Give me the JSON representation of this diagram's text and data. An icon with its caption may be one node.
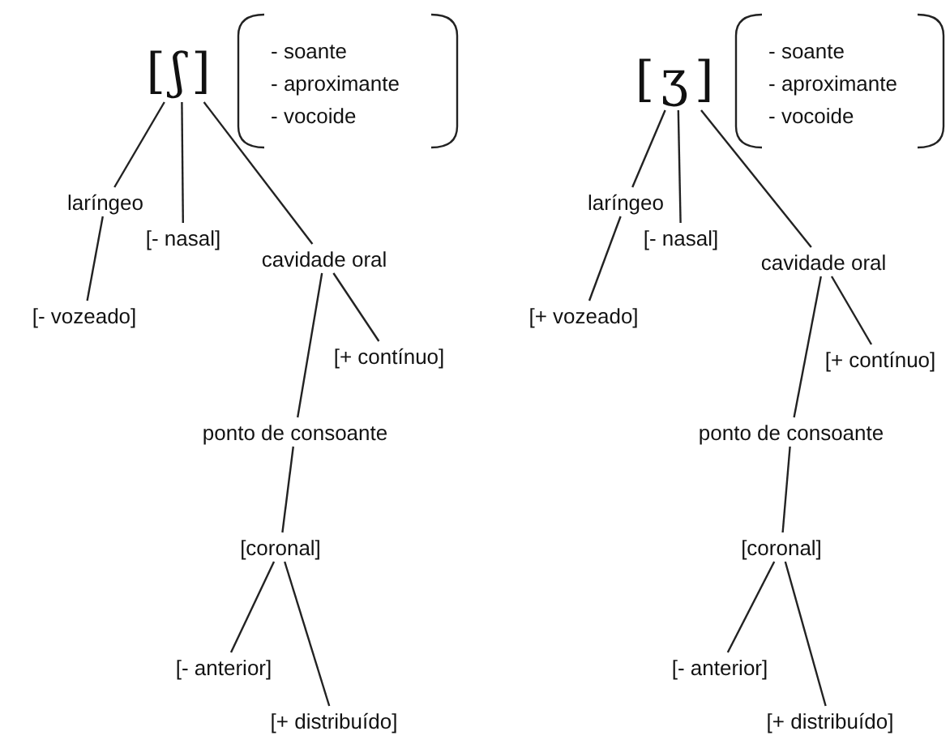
{
  "diagram": {
    "nodes": [
      {
        "text": [
          "[ʃ]"
        ]
      },
      {
        "text": [
          "- soante",
          "- aproximante",
          "- vocoide"
        ]
      },
      {
        "text": [
          "laríngeo"
        ]
      },
      {
        "text": [
          "[- nasal]"
        ]
      },
      {
        "text": [
          "cavidade oral"
        ]
      },
      {
        "text": [
          "[- vozeado]"
        ]
      },
      {
        "text": [
          "[+ contínuo]"
        ]
      },
      {
        "text": [
          "ponto de consoante"
        ]
      },
      {
        "text": [
          "[coronal]"
        ]
      },
      {
        "text": [
          "[- anterior]"
        ]
      },
      {
        "text": [
          "[+ distribuído]"
        ]
      },
      {
        "text": [
          "[ʒ]"
        ]
      },
      {
        "text": [
          "- soante",
          "- aproximante",
          "- vocoide"
        ]
      },
      {
        "text": [
          "laríngeo"
        ]
      },
      {
        "text": [
          "[- nasal]"
        ]
      },
      {
        "text": [
          "cavidade oral"
        ]
      },
      {
        "text": [
          "[+ vozeado]"
        ]
      },
      {
        "text": [
          "[+ contínuo]"
        ]
      },
      {
        "text": [
          "ponto de consoante"
        ]
      },
      {
        "text": [
          "[coronal]"
        ]
      },
      {
        "text": [
          "[- anterior]"
        ]
      },
      {
        "text": [
          "[+ distribuído]"
        ]
      }
    ],
    "edges": [
      {
        "from": 0,
        "to": 2,
        "arrow": "none"
      },
      {
        "from": 0,
        "to": 3,
        "arrow": "none"
      },
      {
        "from": 0,
        "to": 4,
        "arrow": "none"
      },
      {
        "from": 2,
        "to": 5,
        "arrow": "none"
      },
      {
        "from": 4,
        "to": 7,
        "arrow": "none"
      },
      {
        "from": 4,
        "to": 6,
        "arrow": "none"
      },
      {
        "from": 7,
        "to": 8,
        "arrow": "none"
      },
      {
        "from": 8,
        "to": 9,
        "arrow": "none"
      },
      {
        "from": 8,
        "to": 10,
        "arrow": "none"
      },
      {
        "from": 11,
        "to": 13,
        "arrow": "none"
      },
      {
        "from": 11,
        "to": 14,
        "arrow": "none"
      },
      {
        "from": 11,
        "to": 15,
        "arrow": "none"
      },
      {
        "from": 13,
        "to": 16,
        "arrow": "none"
      },
      {
        "from": 15,
        "to": 18,
        "arrow": "none"
      },
      {
        "from": 15,
        "to": 17,
        "arrow": "none"
      },
      {
        "from": 18,
        "to": 19,
        "arrow": "none"
      },
      {
        "from": 19,
        "to": 20,
        "arrow": "none"
      },
      {
        "from": 19,
        "to": 21,
        "arrow": "none"
      }
    ]
  }
}
